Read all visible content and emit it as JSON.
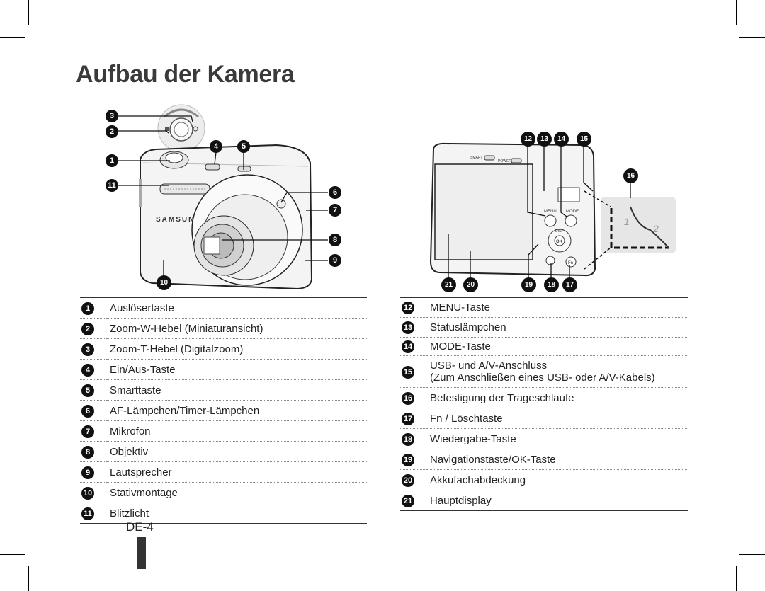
{
  "title": "Aufbau der Kamera",
  "page_number": "DE-4",
  "brand_on_camera": "SAMSUNG",
  "left_legend": [
    {
      "num": "1",
      "label": "Auslösertaste"
    },
    {
      "num": "2",
      "label": "Zoom-W-Hebel (Miniaturansicht)"
    },
    {
      "num": "3",
      "label": "Zoom-T-Hebel (Digitalzoom)"
    },
    {
      "num": "4",
      "label": "Ein/Aus-Taste"
    },
    {
      "num": "5",
      "label": "Smarttaste"
    },
    {
      "num": "6",
      "label": "AF-Lämpchen/Timer-Lämpchen"
    },
    {
      "num": "7",
      "label": "Mikrofon"
    },
    {
      "num": "8",
      "label": "Objektiv"
    },
    {
      "num": "9",
      "label": "Lautsprecher"
    },
    {
      "num": "10",
      "label": "Stativmontage"
    },
    {
      "num": "11",
      "label": "Blitzlicht"
    }
  ],
  "right_legend": [
    {
      "num": "12",
      "label": "MENU-Taste"
    },
    {
      "num": "13",
      "label": "Statuslämpchen"
    },
    {
      "num": "14",
      "label": "MODE-Taste"
    },
    {
      "num": "15",
      "label": "USB- und A/V-Anschluss",
      "label2": "(Zum Anschließen eines USB- oder A/V-Kabels)"
    },
    {
      "num": "16",
      "label": "Befestigung der Trageschlaufe"
    },
    {
      "num": "17",
      "label": "Fn / Löschtaste"
    },
    {
      "num": "18",
      "label": "Wiedergabe-Taste"
    },
    {
      "num": "19",
      "label": "Navigationstaste/OK-Taste"
    },
    {
      "num": "20",
      "label": "Akkufachabdeckung"
    },
    {
      "num": "21",
      "label": "Hauptdisplay"
    }
  ],
  "back_labels": {
    "menu": "MENU",
    "mode": "MODE",
    "disp": "DISP",
    "ok": "OK",
    "fn": "Fn",
    "smart": "SMART",
    "power": "POWER"
  },
  "strap_steps": [
    "1",
    "2"
  ]
}
